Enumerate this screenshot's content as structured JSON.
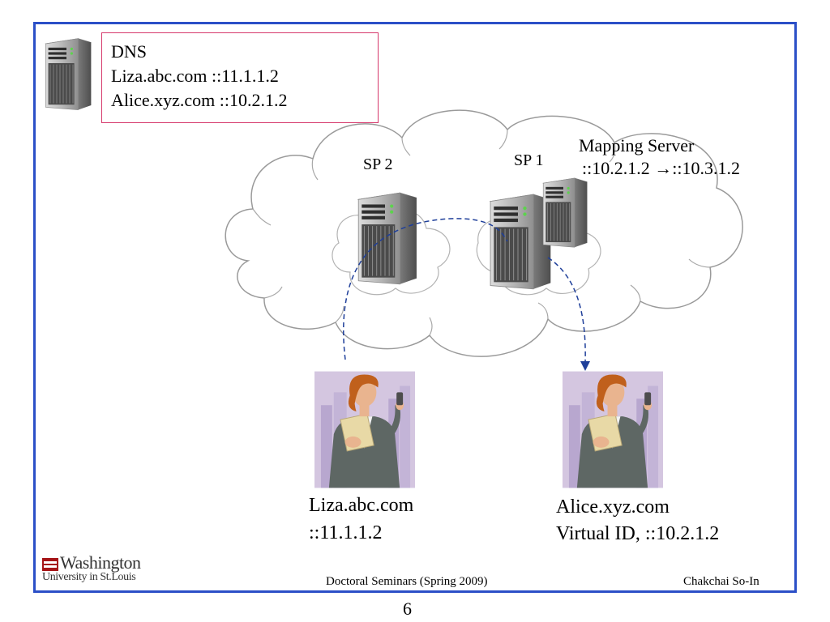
{
  "dns": {
    "title": "DNS",
    "entries": [
      "Liza.abc.com  ::11.1.1.2",
      "Alice.xyz.com ::10.2.1.2"
    ]
  },
  "cloud": {
    "sp2_label": "SP 2",
    "sp1_label": "SP 1",
    "mapping_server_label": "Mapping Server",
    "mapping_rule": "::10.2.1.2 →::10.3.1.2"
  },
  "left_user": {
    "host": "Liza.abc.com",
    "address": "::11.1.1.2"
  },
  "right_user": {
    "host": "Alice.xyz.com",
    "address": "Virtual ID, ::10.2.1.2"
  },
  "footer": {
    "logo_line1": "Washington",
    "logo_line2": "University in St.Louis",
    "center": "Doctoral Seminars (Spring 2009)",
    "right": "Chakchai So-In"
  },
  "page_number": "6",
  "colors": {
    "frame": "#2b4fc7",
    "dns_border": "#d6376b",
    "arrow": "#1f3f9a",
    "logo_red": "#a51417"
  },
  "icons": [
    "server-icon",
    "cloud-icon",
    "businesswoman-icon",
    "university-crest-icon"
  ]
}
